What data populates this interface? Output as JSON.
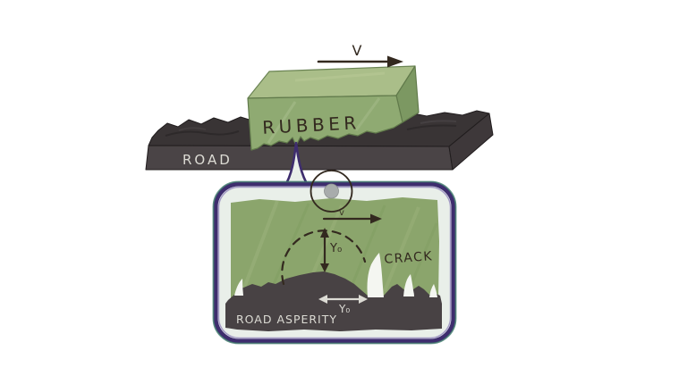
{
  "main": {
    "velocity_label": "V",
    "rubber_label": "RUBBER",
    "road_label": "ROAD"
  },
  "inset": {
    "velocity_label": "v",
    "crack_label": "CRACK",
    "road_asperity_label": "ROAD ASPERITY",
    "vertical_radius_label": "Y₀",
    "horizontal_radius_label": "Y₀"
  },
  "colors": {
    "background": "#ffffff",
    "ink": "#33291f",
    "white_ink": "#dcdbd4",
    "rubber_top": "#aabe89",
    "rubber_front": "#8faa72",
    "rubber_side": "#7c9862",
    "road_top": "#393435",
    "road_front": "#4a4446",
    "road_side": "#3e383a",
    "bubble_border": "#3e2d6e",
    "bubble_teal": "#3f7a6b",
    "bubble_fill": "#e9efe9",
    "inset_green": "#8ba56c",
    "inset_dark": "#484244",
    "crack_white": "#f4f6f1",
    "magnifier_dot": "#a8acac"
  }
}
